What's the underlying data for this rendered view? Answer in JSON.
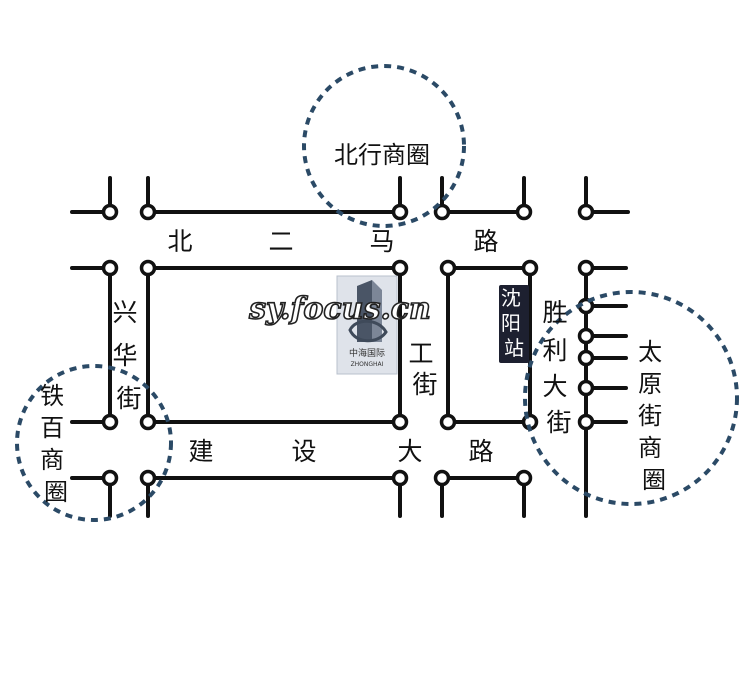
{
  "roads": {
    "bei_er_ma_lu": "北 二 马 路",
    "jianshe_dalu": "建 设 大 路",
    "xinghua_jie": "兴华街",
    "gong_jie": "工街",
    "shengli_dajie": "胜利大街"
  },
  "zones": {
    "beixing": "北行商圈",
    "tiebai": "铁百商圈",
    "taiyuan": "太原街商圈"
  },
  "station": {
    "name": "沈阳站"
  },
  "watermark": "sy.focus.cn",
  "logo": {
    "name": "中海国际",
    "sub": "ZHONGHAI"
  },
  "colors": {
    "road": "#111111",
    "zone": "#2b4a66",
    "station_bg": "#1d2030"
  },
  "icons": [
    "interchange-node-icon",
    "building-logo-icon"
  ]
}
